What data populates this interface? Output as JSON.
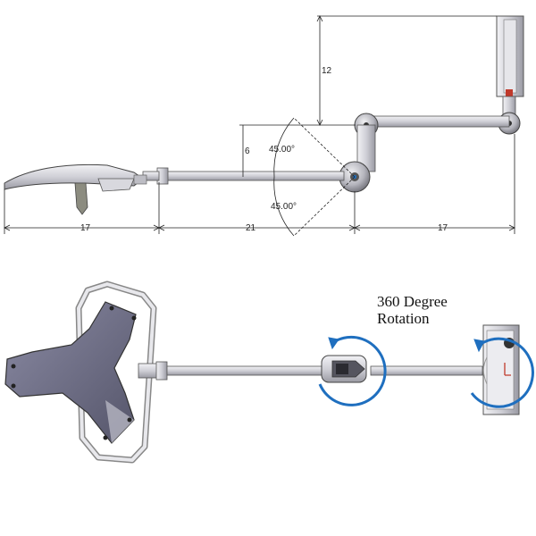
{
  "side_view": {
    "dimensions": {
      "vertical_height": "12",
      "small_vertical": "6",
      "left_length": "17",
      "middle_length": "21",
      "right_length": "17"
    },
    "angles": {
      "upper": "45.00°",
      "lower": "45.00°"
    }
  },
  "top_view": {
    "rotation_label_line1": "360 Degree",
    "rotation_label_line2": "Rotation"
  },
  "colors": {
    "rotation_arrow": "#1f6fbf",
    "line": "#222222",
    "light_head": "#6e6e8a",
    "arm_metal": "#c9c9cf"
  }
}
